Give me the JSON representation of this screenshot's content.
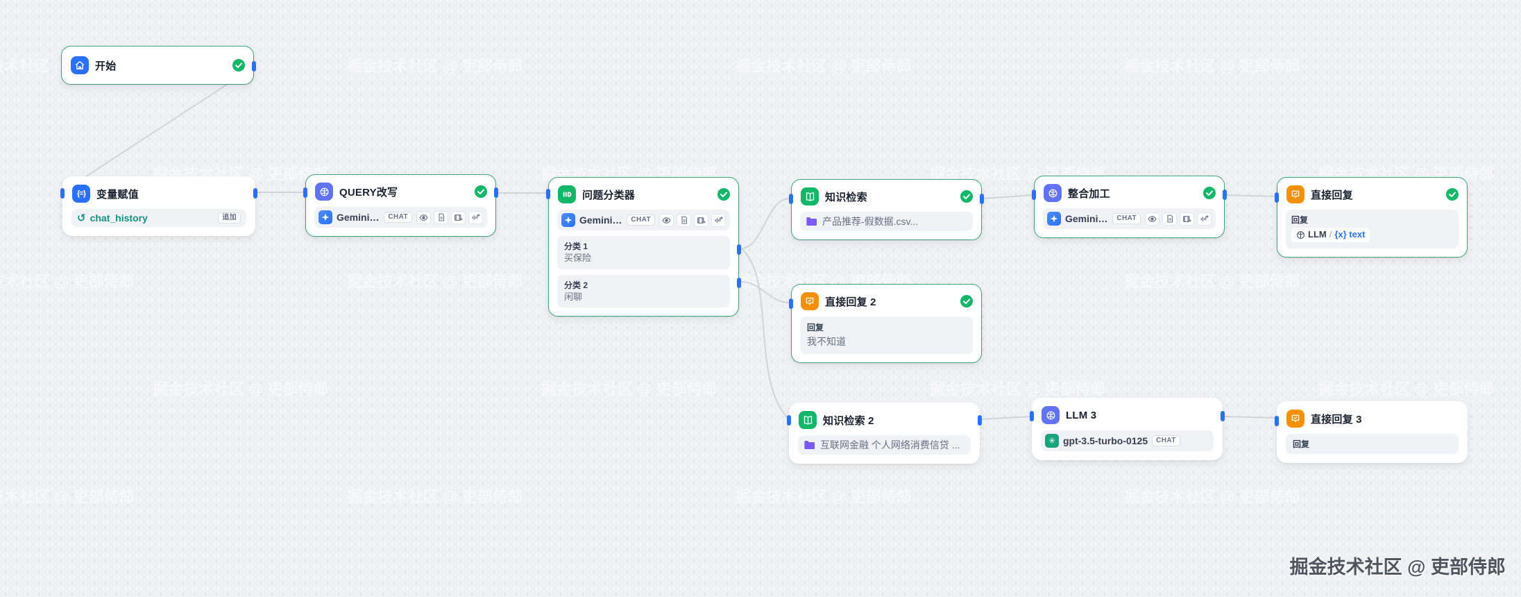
{
  "watermark": {
    "text": "掘金技术社区 @ 吏部侍郎"
  },
  "colors": {
    "accent_blue": "#2970ff",
    "indigo": "#6172f3",
    "green": "#12b76a",
    "orange": "#f79009",
    "success_border": "#3aa673",
    "edge": "#d2d4da",
    "teal": "#0e9384",
    "folder_purple": "#7a5af8",
    "link_blue": "#2970ff"
  },
  "nodes": {
    "start": {
      "title": "开始"
    },
    "assign": {
      "title": "变量赋值",
      "variable": "chat_history",
      "tag": "追加"
    },
    "query": {
      "title": "QUERY改写",
      "model": "Gemini ...",
      "badge": "CHAT"
    },
    "classifier": {
      "title": "问题分类器",
      "model": "Gemini ...",
      "badge": "CHAT",
      "classes": [
        {
          "label": "分类 1",
          "value": "买保险"
        },
        {
          "label": "分类 2",
          "value": "闲聊"
        }
      ]
    },
    "kb1": {
      "title": "知识检索",
      "doc": "产品推荐-假数据.csv..."
    },
    "merge": {
      "title": "整合加工",
      "model": "Gemini ...",
      "badge": "CHAT"
    },
    "reply1": {
      "title": "直接回复",
      "label": "回复",
      "ref_node": "LLM",
      "ref_sep": "/",
      "ref_var": "{x} text"
    },
    "reply2": {
      "title": "直接回复 2",
      "label": "回复",
      "value": "我不知道"
    },
    "kb2": {
      "title": "知识检索 2",
      "doc": "互联网金融 个人网络消费信贷 ..."
    },
    "llm3": {
      "title": "LLM 3",
      "model": "gpt-3.5-turbo-0125",
      "badge": "CHAT"
    },
    "reply3": {
      "title": "直接回复 3",
      "label": "回复"
    }
  }
}
